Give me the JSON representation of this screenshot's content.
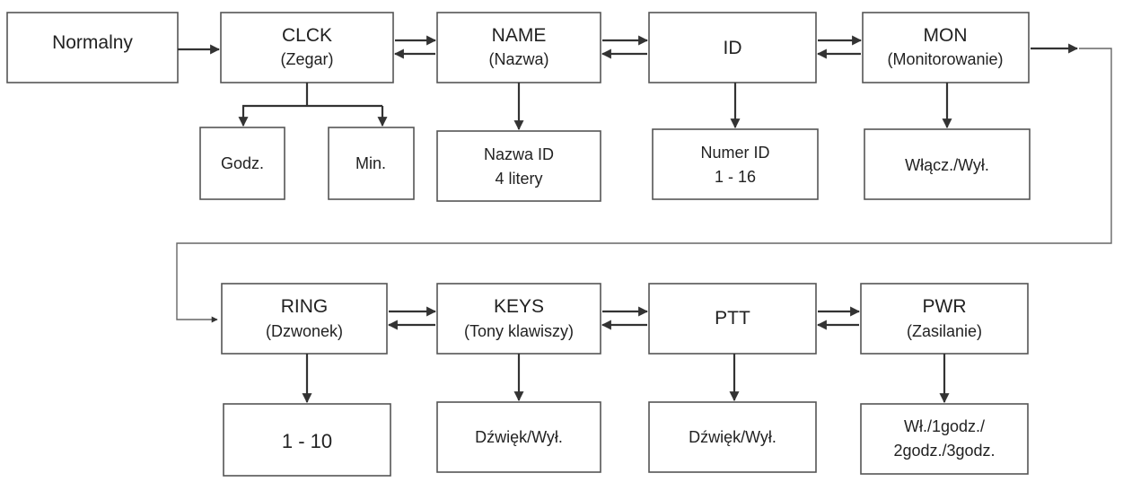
{
  "diagram": {
    "normal": "Normalny",
    "row1": [
      {
        "key": "clck",
        "title": "CLCK",
        "subtitle": "(Zegar)"
      },
      {
        "key": "name",
        "title": "NAME",
        "subtitle": "(Nazwa)"
      },
      {
        "key": "id",
        "title": "ID",
        "subtitle": ""
      },
      {
        "key": "mon",
        "title": "MON",
        "subtitle": "(Monitorowanie)"
      }
    ],
    "row1_sub": {
      "godz": "Godz.",
      "min": "Min.",
      "name_line1": "Nazwa ID",
      "name_line2": "4 litery",
      "id_line1": "Numer ID",
      "id_line2": "1 - 16",
      "mon": "Włącz./Wył."
    },
    "row2": [
      {
        "key": "ring",
        "title": "RING",
        "subtitle": "(Dzwonek)"
      },
      {
        "key": "keys",
        "title": "KEYS",
        "subtitle": "(Tony klawiszy)"
      },
      {
        "key": "ptt",
        "title": "PTT",
        "subtitle": ""
      },
      {
        "key": "pwr",
        "title": "PWR",
        "subtitle": "(Zasilanie)"
      }
    ],
    "row2_sub": {
      "ring": "1 - 10",
      "keys": "Dźwięk/Wył.",
      "ptt": "Dźwięk/Wył.",
      "pwr_line1": "Wł./1godz./",
      "pwr_line2": "2godz./3godz."
    }
  }
}
